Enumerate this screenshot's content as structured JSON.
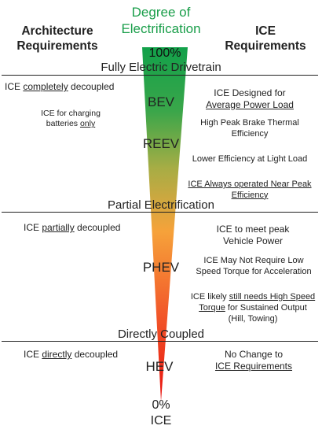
{
  "header": {
    "left": [
      "Architecture",
      "Requirements"
    ],
    "center": [
      "Degree of",
      "Electrification"
    ],
    "right": [
      "ICE",
      "Requirements"
    ],
    "center_color": "#1a9e4a"
  },
  "funnel": {
    "top_label": "100%",
    "bottom_label": [
      "0%",
      "ICE"
    ],
    "color_top": "#12a14a",
    "color_mid": "#f6a23a",
    "color_bottom": "#e8110e"
  },
  "stages": {
    "bev": "BEV",
    "reev": "REEV",
    "phev": "PHEV",
    "hev": "HEV"
  },
  "dividers": {
    "fully": "Fully Electric Drivetrain",
    "partial": "Partial Electrification",
    "direct": "Directly Coupled"
  },
  "left_notes": {
    "bev_main": {
      "pre": "ICE ",
      "u": "completely",
      "post": " decoupled"
    },
    "bev_sub": {
      "line1": "ICE for charging",
      "pre": "batteries ",
      "u": "only"
    },
    "phev": {
      "pre": "ICE ",
      "u": "partially",
      "post": " decoupled"
    },
    "hev": {
      "pre": "ICE ",
      "u": "directly",
      "post": " decoupled"
    }
  },
  "right_notes": {
    "r1": {
      "line1": "ICE Designed for",
      "u": "Average Power Load"
    },
    "r2": [
      "High Peak Brake Thermal",
      "Efficiency"
    ],
    "r3": "Lower Efficiency at Light Load",
    "r4": {
      "u1": "ICE Always operated Near Peak",
      "u2": "Efficiency"
    },
    "r5": [
      "ICE to meet peak",
      "Vehicle Power"
    ],
    "r6": [
      "ICE May Not Require Low",
      "Speed Torque for Acceleration"
    ],
    "r7": {
      "pre": "ICE likely ",
      "u1": "still needs High Speed",
      "u2": "Torque",
      "post2": " for Sustained Output",
      "line3": "(Hill, Towing)"
    },
    "r8": {
      "line1": "No Change to",
      "u": "ICE Requirements"
    }
  }
}
